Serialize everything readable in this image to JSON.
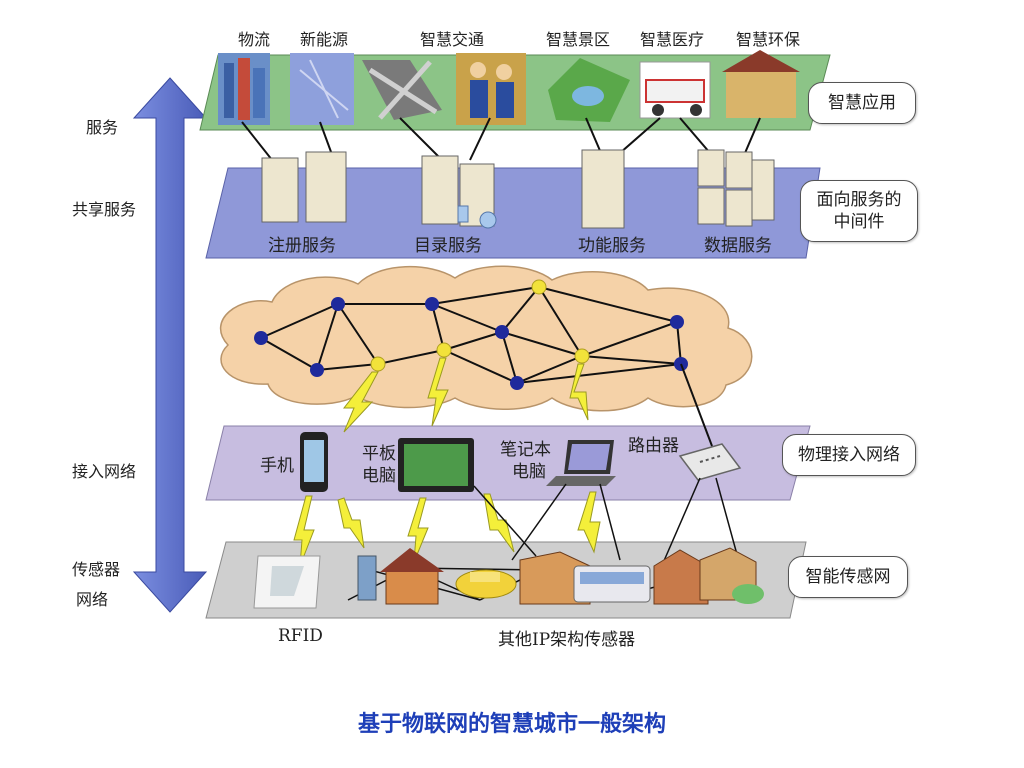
{
  "side_labels": {
    "service": "服务",
    "shared_service": "共享服务",
    "access_network": "接入网络",
    "sensor_network_line1": "传感器",
    "sensor_network_line2": "网络"
  },
  "apps": [
    "物流",
    "新能源",
    "智慧交通",
    "智慧景区",
    "智慧医疗",
    "智慧环保"
  ],
  "layer_pills": {
    "smart_app": "智慧应用",
    "middleware_line1": "面向服务的",
    "middleware_line2": "中间件",
    "physical_access": "物理接入网络",
    "smart_sensor": "智能传感网"
  },
  "middleware_services": [
    "注册服务",
    "目录服务",
    "功能服务",
    "数据服务"
  ],
  "devices": {
    "phone": "手机",
    "tablet_line1": "平板",
    "tablet_line2": "电脑",
    "laptop_line1": "笔记本",
    "laptop_line2": "电脑",
    "router": "路由器"
  },
  "sensor_labels": {
    "rfid": "RFID",
    "other_ip": "其他IP架构传感器"
  },
  "caption": "基于物联网的智慧城市一般架构",
  "colors": {
    "arrow": "#5b6fc9",
    "app_layer": "#7fbf7a",
    "middleware_layer": "#8c96d8",
    "cloud": "#f5d2a8",
    "access_layer": "#c9bce2",
    "sensor_layer": "#d0d0d0",
    "node_blue": "#1f2a9c",
    "node_yellow": "#f2e23a",
    "caption": "#1e3fb8"
  }
}
